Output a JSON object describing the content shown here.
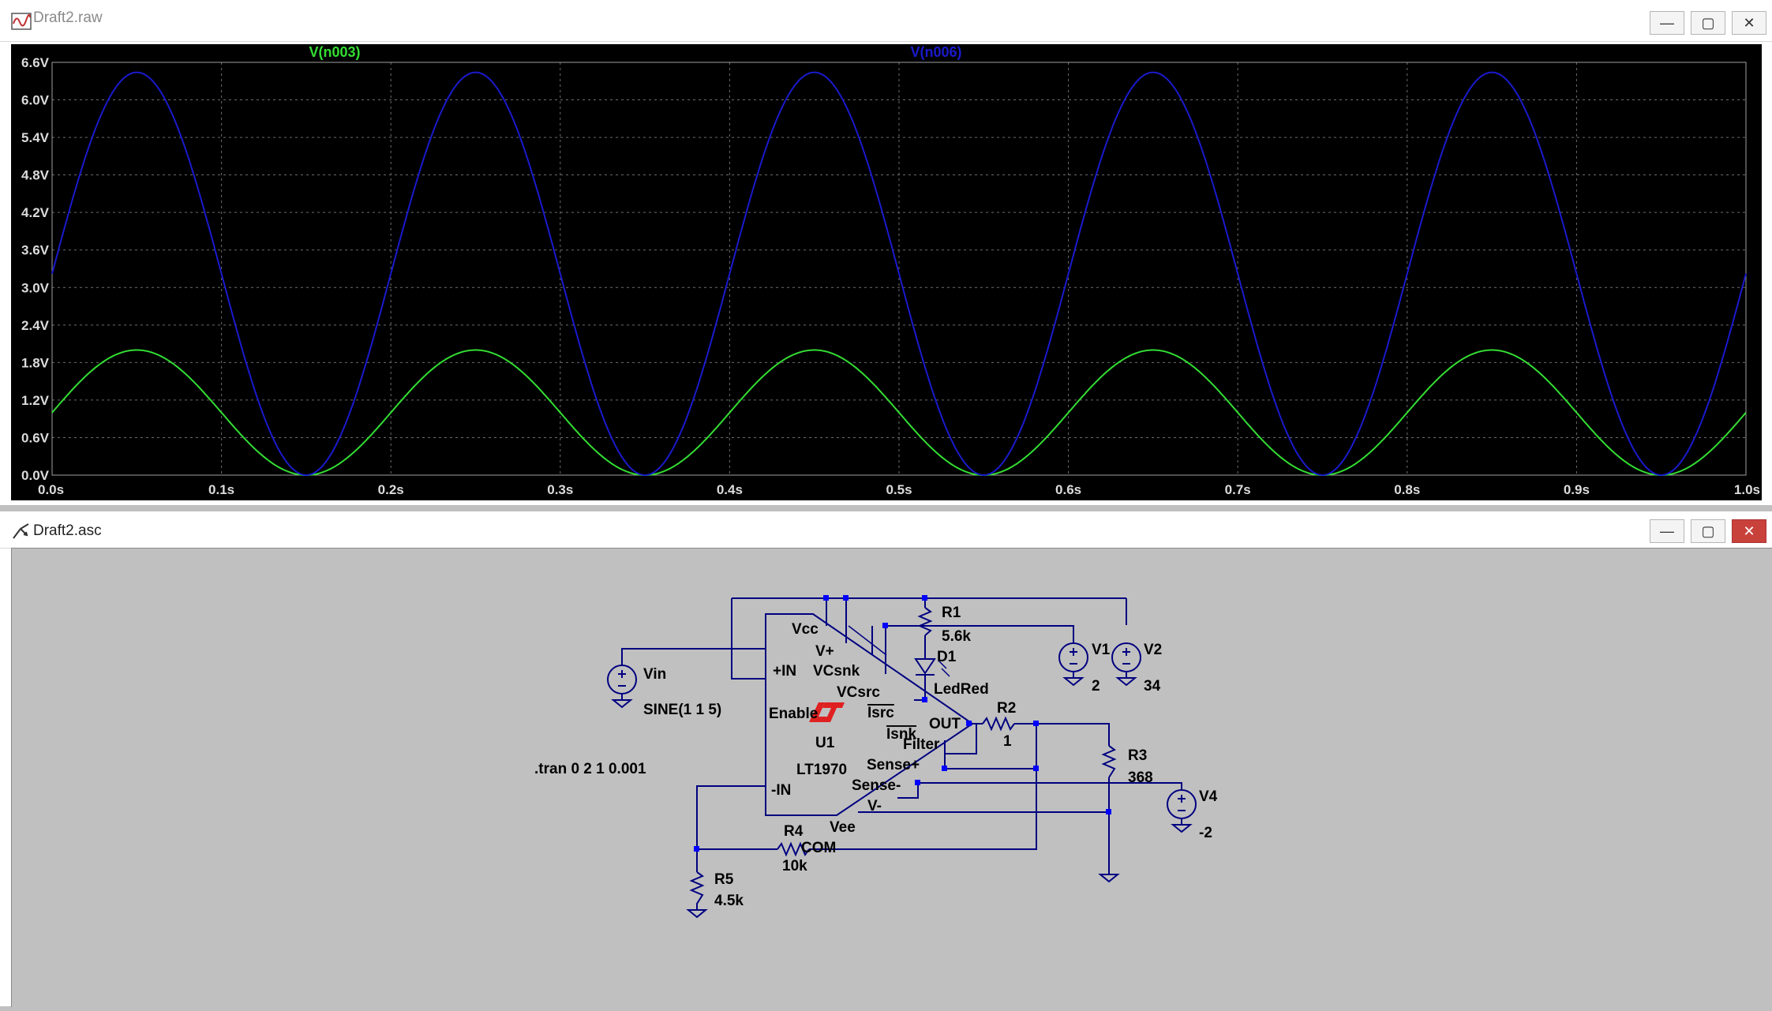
{
  "plot_window": {
    "title": "Draft2.raw",
    "buttons": {
      "minimize": "—",
      "maximize": "▢",
      "close": "✕"
    }
  },
  "schematic_window": {
    "title": "Draft2.asc",
    "buttons": {
      "minimize": "—",
      "maximize": "▢",
      "close": "✕"
    }
  },
  "colors": {
    "plot_background": "#000000",
    "grid": "#6e6e6e",
    "axis_text": "#dcdcdc",
    "trace_green": "#33dd33",
    "trace_blue": "#1a1acc",
    "wire": "#000080",
    "junction": "#0000ff",
    "schematic_background": "#c0c0c0"
  },
  "chart_data": {
    "type": "line",
    "x_label": "",
    "y_label": "",
    "xlim": [
      0,
      1.0
    ],
    "ylim": [
      0,
      6.6
    ],
    "x_ticks": [
      "0.0s",
      "0.1s",
      "0.2s",
      "0.3s",
      "0.4s",
      "0.5s",
      "0.6s",
      "0.7s",
      "0.8s",
      "0.9s",
      "1.0s"
    ],
    "y_ticks": [
      "0.0V",
      "0.6V",
      "1.2V",
      "1.8V",
      "2.4V",
      "3.0V",
      "3.6V",
      "4.2V",
      "4.8V",
      "5.4V",
      "6.0V",
      "6.6V"
    ],
    "grid": true,
    "series": [
      {
        "name": "V(n003)",
        "color": "#33dd33",
        "description": "sine offset 1 V, amplitude 1 V, 5 Hz",
        "x": [
          0,
          0.025,
          0.05,
          0.075,
          0.1,
          0.125,
          0.15,
          0.175,
          0.2,
          0.225,
          0.25,
          0.3,
          0.35,
          0.4,
          0.45,
          0.5,
          0.55,
          0.6,
          0.65,
          0.7,
          0.75,
          0.8,
          0.85,
          0.9,
          0.95,
          1.0
        ],
        "y": [
          1.0,
          1.71,
          2.0,
          1.71,
          1.0,
          0.29,
          0.0,
          0.29,
          1.0,
          1.71,
          2.0,
          1.0,
          0.0,
          1.0,
          2.0,
          1.0,
          0.0,
          1.0,
          2.0,
          1.0,
          0.0,
          1.0,
          2.0,
          1.0,
          0.0,
          1.0
        ]
      },
      {
        "name": "V(n006)",
        "color": "#1a1acc",
        "description": "sine offset ~3.22 V, amplitude ~3.22 V, 5 Hz",
        "x": [
          0,
          0.025,
          0.05,
          0.075,
          0.1,
          0.125,
          0.15,
          0.175,
          0.2,
          0.225,
          0.25,
          0.3,
          0.35,
          0.4,
          0.45,
          0.5,
          0.55,
          0.6,
          0.65,
          0.7,
          0.75,
          0.8,
          0.85,
          0.9,
          0.95,
          1.0
        ],
        "y": [
          3.22,
          5.5,
          6.44,
          5.5,
          3.22,
          0.94,
          0.0,
          0.94,
          3.22,
          5.5,
          6.44,
          3.22,
          0.0,
          3.22,
          6.44,
          3.22,
          0.0,
          3.22,
          6.44,
          3.22,
          0.0,
          3.22,
          6.44,
          3.22,
          0.0,
          3.22
        ]
      }
    ]
  },
  "schematic": {
    "labels": {
      "u1_ref": "U1",
      "u1_part": "LT1970",
      "pin_vcc": "Vcc",
      "pin_vplus": "V+",
      "pin_vcsnk": "VCsnk",
      "pin_vcsrc": "VCsrc",
      "pin_isrc": "Isrc",
      "pin_isnk": "Isnk",
      "pin_in_plus": "+IN",
      "pin_enable": "Enable",
      "pin_out": "OUT",
      "pin_filter": "Filter",
      "pin_sense_plus": "Sense+",
      "pin_sense_minus": "Sense-",
      "pin_vminus": "V-",
      "pin_vee": "Vee",
      "pin_com": "COM",
      "pin_in_minus": "-IN",
      "r1_ref": "R1",
      "r1_val": "5.6k",
      "d1_ref": "D1",
      "d1_val": "LedRed",
      "r2_ref": "R2",
      "r2_val": "1",
      "r3_ref": "R3",
      "r3_val": "368",
      "r4_ref": "R4",
      "r4_val": "10k",
      "r5_ref": "R5",
      "r5_val": "4.5k",
      "v1_ref": "V1",
      "v1_val": "2",
      "v2_ref": "V2",
      "v2_val": "34",
      "v4_ref": "V4",
      "v4_val": "-2",
      "vin_ref": "Vin",
      "vin_val": "SINE(1 1 5)",
      "directive": ".tran 0 2 1 0.001"
    }
  }
}
